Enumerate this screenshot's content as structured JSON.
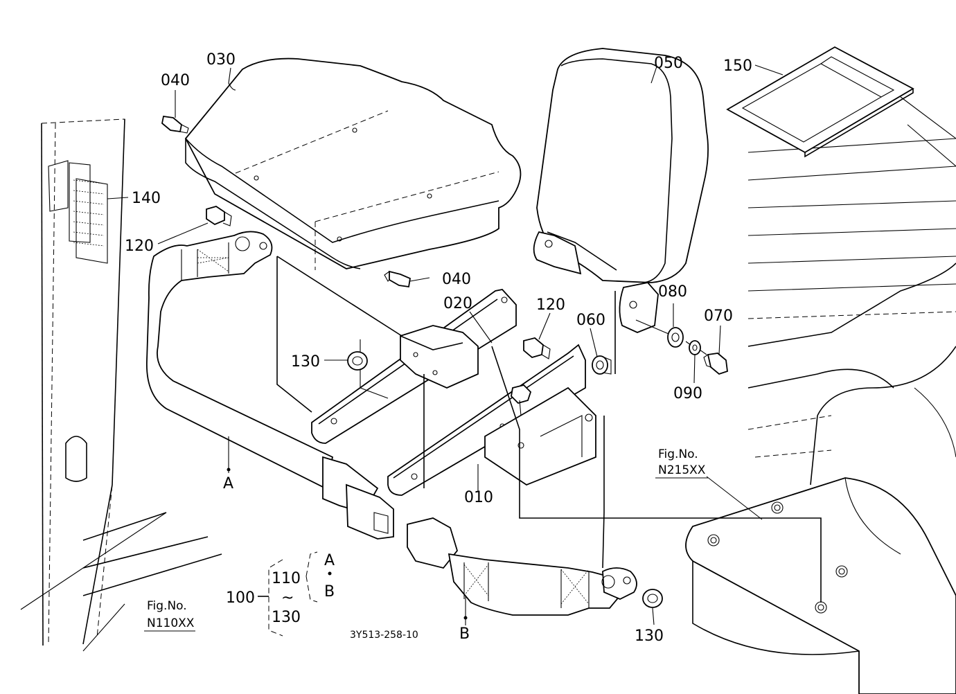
{
  "labels": {
    "p010": "010",
    "p020": "020",
    "p030": "030",
    "p040a": "040",
    "p040b": "040",
    "p050": "050",
    "p060": "060",
    "p070": "070",
    "p080": "080",
    "p090": "090",
    "p100": "100",
    "p110": "110",
    "p120a": "120",
    "p120b": "120",
    "p130a": "130",
    "p130b": "130",
    "p130c": "130",
    "p140": "140",
    "p150": "150",
    "refA": "A",
    "refB": "B",
    "setA": "A",
    "setB": "B",
    "tilde": "~"
  },
  "fig_refs": {
    "left_title": "Fig.No.",
    "left_code": "N110XX",
    "right_title": "Fig.No.",
    "right_code": "N215XX"
  },
  "drawing_number": "3Y513-258-10"
}
